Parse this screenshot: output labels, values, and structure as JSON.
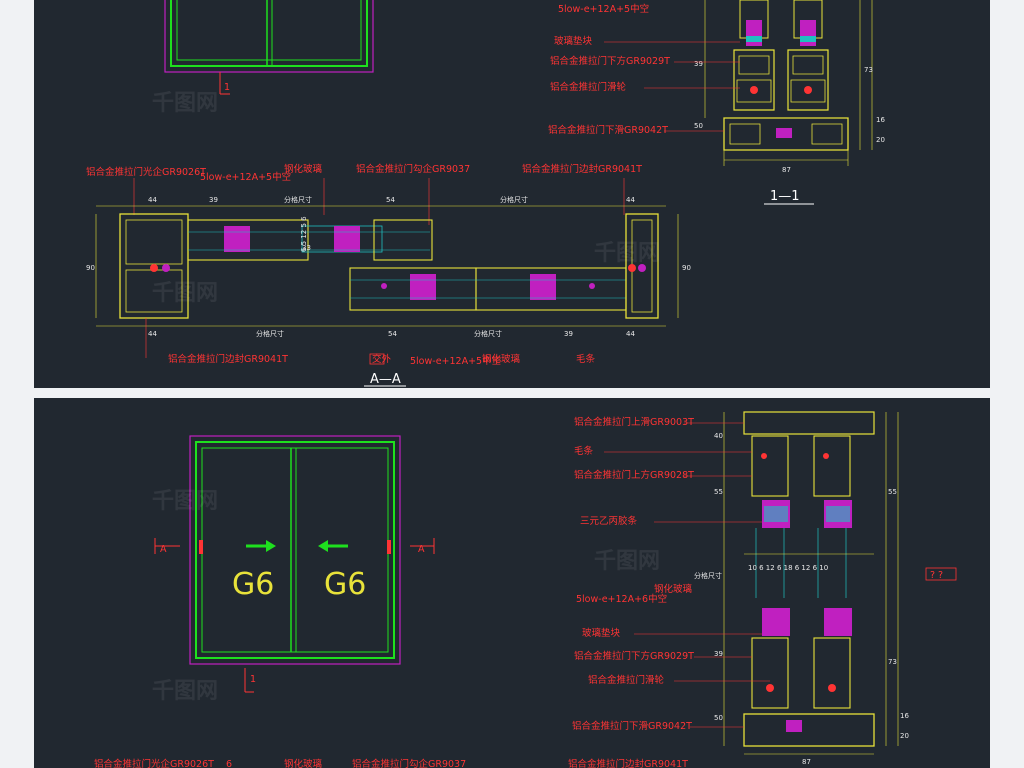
{
  "top": {
    "labels": {
      "glass_spec_top": "5low-e+12A+5中空",
      "glass_gasket": "玻璃垫块",
      "bottom_sash": "铝合金推拉门下方GR9029T",
      "pulley": "铝合金推拉门滑轮",
      "bottom_rail": "铝合金推拉门下滑GR9042T",
      "sash_frame": "铝合金推拉门光企GR9026T",
      "glass_spec_mid": "5low-e+12A+5中空",
      "tempered_glass": "钢化玻璃",
      "hook_sash": "铝合金推拉门勾企GR9037",
      "side_frame": "铝合金推拉门边封GR9041T",
      "side_frame_bottom": "铝合金推拉门边封GR9041T",
      "glass_spec_bottom": "5low-e+12A+5中空",
      "tempered_glass_bottom": "钢化玻璃",
      "brush": "毛条",
      "jiaozhu": "交外",
      "marker_1": "1"
    },
    "dims": {
      "d44a": "44",
      "d39a": "39",
      "d_split_a": "分格尺寸",
      "d54a": "54",
      "d44b": "44",
      "d44c": "44",
      "d_split_b": "分格尺寸",
      "d54b": "54",
      "d_split_c": "分格尺寸",
      "d39b": "39",
      "d44d": "44",
      "d90l": "90",
      "d90r": "90",
      "d_glass": "6 5 12 5 6",
      "d33": "33",
      "d39v": "39",
      "d50v": "50",
      "d73v": "73",
      "d16v": "16",
      "d20v": "20",
      "d87": "87"
    },
    "section_aa": "A—A",
    "section_11": "1—1"
  },
  "bottom": {
    "labels": {
      "top_rail": "铝合金推拉门上滑GR9003T",
      "brush": "毛条",
      "top_sash": "铝合金推拉门上方GR9028T",
      "epdm": "三元乙丙胶条",
      "glass_spec": "5low-e+12A+6中空",
      "tempered_glass": "钢化玻璃",
      "glass_gasket": "玻璃垫块",
      "bottom_sash": "铝合金推拉门下方GR9029T",
      "pulley": "铝合金推拉门滑轮",
      "bottom_rail": "铝合金推拉门下滑GR9042T",
      "footer_sash": "铝合金推拉门光企GR9026T",
      "footer_glass": "6",
      "footer_tempered": "钢化玻璃",
      "footer_hook": "铝合金推拉门勾企GR9037",
      "footer_side": "铝合金推拉门边封GR9041T",
      "marker_a_left": "A",
      "marker_a_right": "A",
      "marker_1": "1",
      "qq": "? ?"
    },
    "door": {
      "left_code": "G6",
      "right_code": "G6"
    },
    "dims": {
      "d40": "40",
      "d55": "55",
      "d_split": "分格尺寸",
      "d39": "39",
      "d50": "50",
      "d55r": "55",
      "d73": "73",
      "d16": "16",
      "d20": "20",
      "d87": "87",
      "glass_row": "10 6 12 6 18 6 12 6 10"
    }
  },
  "watermark": "千图网",
  "colors": {
    "background": "#212830",
    "profile": "#e8e23a",
    "frame_green": "#1ee01e",
    "annotation": "#ff3434",
    "gasket": "#c020c0",
    "glass": "#20c0c0"
  }
}
